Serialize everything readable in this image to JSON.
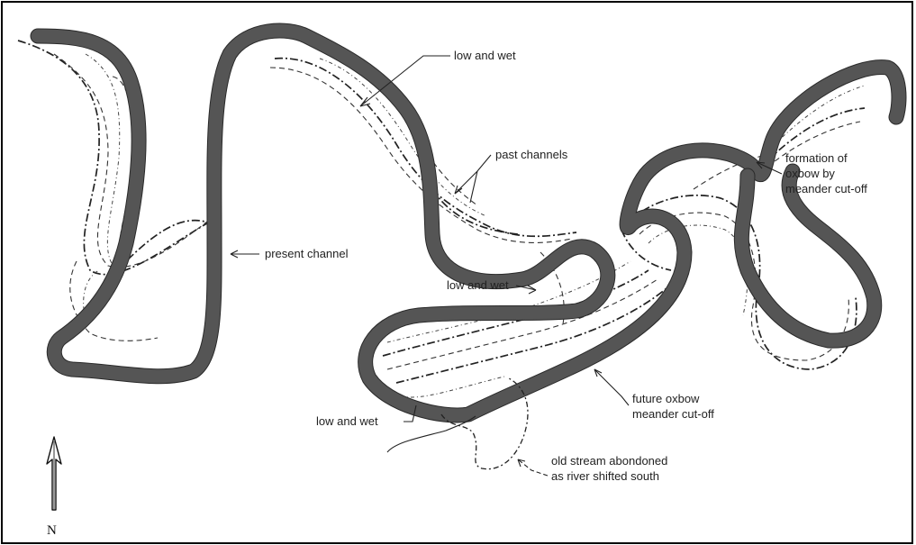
{
  "labels": {
    "low_wet_top": "low and wet",
    "past_channels": "past channels",
    "present_channel": "present channel",
    "low_wet_mid": "low and wet",
    "low_wet_bottom": "low and wet",
    "oxbow_formation_line1": "formation of",
    "oxbow_formation_line2": "oxbow by",
    "oxbow_formation_line3": "meander cut-off",
    "future_oxbow_line1": "future oxbow",
    "future_oxbow_line2": "meander cut-off",
    "old_stream_line1": "old stream abondoned",
    "old_stream_line2": "as river shifted south",
    "north": "N"
  },
  "colors": {
    "river": "#555555",
    "background": "#ffffff",
    "frame": "#000000"
  },
  "icons": [
    "north-arrow-icon"
  ]
}
